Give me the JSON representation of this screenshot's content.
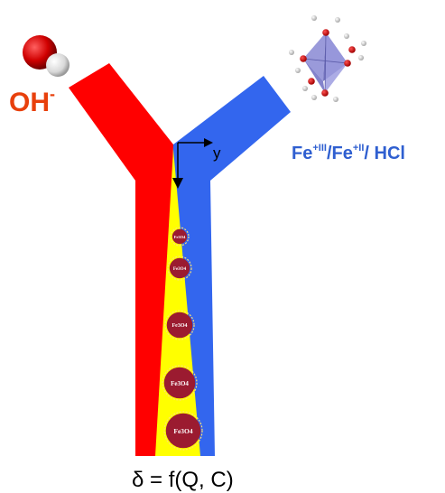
{
  "labels": {
    "hydroxide_base": "OH",
    "hydroxide_charge": "-",
    "iron_fe1": "Fe",
    "iron_ox1": "+III",
    "iron_sep1": "/Fe",
    "iron_ox2": "+II",
    "iron_sep2": "/ HCl",
    "axis_y": "y",
    "formula": "δ = f(Q, C)"
  },
  "particles": [
    {
      "text": "Fe3O4"
    },
    {
      "text": "Fe3O4"
    },
    {
      "text": "Fe3O4"
    },
    {
      "text": "Fe3O4"
    },
    {
      "text": "Fe3O4"
    }
  ],
  "colors": {
    "hydroxide_stream": "#ff0000",
    "iron_stream": "#3366ee",
    "mixing_zone": "#ffff00",
    "particle": "#9b1b30",
    "oh_label": "#e8400c",
    "fe_label": "#2f5fd0",
    "octahedron": "#8f8fd6"
  }
}
